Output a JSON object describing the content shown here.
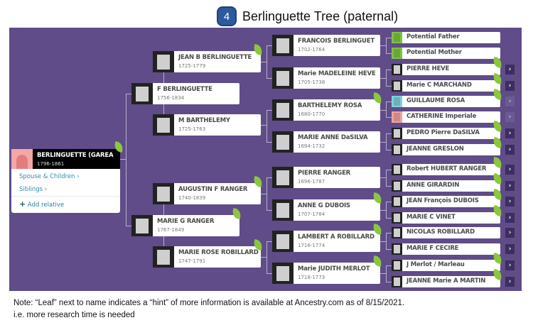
{
  "header": {
    "badge": "4",
    "title": "Berlinguette Tree (paternal)"
  },
  "root": {
    "name": "BERLINGUETTE (GAREA",
    "dates": "1796-1861",
    "leaf": true,
    "menu": {
      "spouse": "Spouse & Children ›",
      "siblings": "Siblings ›",
      "add": "Add relative"
    }
  },
  "gen1": [
    {
      "name": "F BERLINGUETTE",
      "dates": "1756-1834",
      "leaf": false
    },
    {
      "name": "MARIE G RANGER",
      "dates": "1767-1849",
      "leaf": true
    }
  ],
  "gen2": [
    {
      "name": "JEAN B BERLINGUETTE",
      "dates": "1725-1779",
      "leaf": true
    },
    {
      "name": "M BARTHELEMY",
      "dates": "1725-1763",
      "leaf": false
    },
    {
      "name": "AUGUSTIN F RANGER",
      "dates": "1740-1839",
      "leaf": true
    },
    {
      "name": "MARIE ROSE ROBILLARD",
      "dates": "1747-1791",
      "leaf": true
    }
  ],
  "gen3": [
    {
      "name": "FRANCOIS BERLINGUET",
      "dates": "1702-1764",
      "leaf": false
    },
    {
      "name": "Marie MADELEINE HEVE",
      "dates": "1705-1738",
      "leaf": false
    },
    {
      "name": "BARTHELEMY ROSA",
      "dates": "1680-1770",
      "leaf": true
    },
    {
      "name": "MARIE ANNE DaSILVA",
      "dates": "1694-1732",
      "leaf": false
    },
    {
      "name": "PIERRE RANGER",
      "dates": "1696-1787",
      "leaf": false
    },
    {
      "name": "ANNE G DUBOIS",
      "dates": "1707-1784",
      "leaf": true
    },
    {
      "name": "LAMBERT A ROBILLARD",
      "dates": "1716-1774",
      "leaf": true
    },
    {
      "name": "Marie JUDITH MERLOT",
      "dates": "1718-1773",
      "leaf": true
    }
  ],
  "gen4": [
    {
      "name": "Potential Father",
      "leaf": false,
      "arrow": "none",
      "thumb": "#7dc242"
    },
    {
      "name": "Potential Mother",
      "leaf": false,
      "arrow": "none",
      "thumb": "#7dc242"
    },
    {
      "name": "PIERRE HEVE",
      "leaf": true,
      "arrow": "active"
    },
    {
      "name": "Marie C MARCHAND",
      "leaf": true,
      "arrow": "active"
    },
    {
      "name": "GUILLAUME ROSA",
      "leaf": true,
      "arrow": "faint",
      "thumb": "#7fd0d8"
    },
    {
      "name": "CATHERINE Imperiale",
      "leaf": false,
      "arrow": "faint",
      "thumb": "#f2a0a0"
    },
    {
      "name": "PEDRO Pierre DaSILVA",
      "leaf": true,
      "arrow": "active"
    },
    {
      "name": "JEANNE GRESLON",
      "leaf": true,
      "arrow": "active"
    },
    {
      "name": "Robert HUBERT RANGER",
      "leaf": true,
      "arrow": "active"
    },
    {
      "name": "ANNE GIRARDIN",
      "leaf": true,
      "arrow": "active"
    },
    {
      "name": "JEAN François DUBOIS",
      "leaf": true,
      "arrow": "active"
    },
    {
      "name": "MARIE C VINET",
      "leaf": true,
      "arrow": "active"
    },
    {
      "name": "NICOLAS ROBILLARD",
      "leaf": false,
      "arrow": "active"
    },
    {
      "name": "MARIE F CECIRE",
      "leaf": false,
      "arrow": "active"
    },
    {
      "name": "J Merlot / Marleau",
      "leaf": true,
      "arrow": "active"
    },
    {
      "name": "JEANNE Marie A MARTIN",
      "leaf": true,
      "arrow": "active"
    }
  ],
  "arrow_glyph": "›",
  "note": {
    "line1": "Note: “Leaf” next to name indicates a “hint” of more information is available at Ancestry.com as of 8/15/2021.",
    "line2": "i.e. more research time is needed"
  }
}
